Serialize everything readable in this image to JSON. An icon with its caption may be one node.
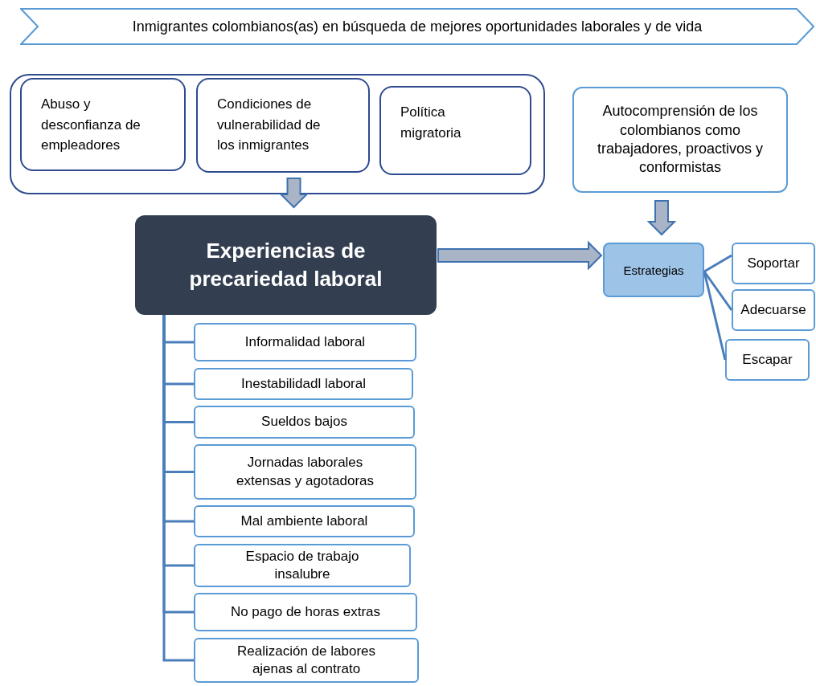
{
  "diagram": {
    "nodes": [
      {
        "text": [
          "Inmigrantes colombianos(as) en búsqueda de mejores oportunidades laborales y de vida"
        ]
      },
      {
        "text": [],
        "shape": "box"
      },
      {
        "text": [
          "Abuso y desconfianza de empleadores"
        ],
        "in": 1
      },
      {
        "text": [
          "Condiciones de vulnerabilidad de los inmigrantes"
        ],
        "in": 1
      },
      {
        "text": [
          "Política migratoria"
        ],
        "in": 1
      },
      {
        "text": [
          "Autocomprensión de los colombianos como trabajadores, proactivos y conformistas"
        ]
      },
      {
        "text": [
          "Experiencias de precariedad laboral"
        ]
      },
      {
        "text": [
          "Estrategias"
        ]
      },
      {
        "text": [
          "Soportar"
        ]
      },
      {
        "text": [
          "Adecuarse"
        ]
      },
      {
        "text": [
          "Escapar"
        ]
      },
      {
        "text": [
          "Informalidad laboral"
        ]
      },
      {
        "text": [
          "Inestabilidadl laboral"
        ]
      },
      {
        "text": [
          "Sueldos bajos"
        ]
      },
      {
        "text": [
          "Jornadas laborales extensas y agotadoras"
        ]
      },
      {
        "text": [
          "Mal ambiente laboral"
        ]
      },
      {
        "text": [
          "Espacio de trabajo insalubre"
        ]
      },
      {
        "text": [
          "No pago de horas extras"
        ]
      },
      {
        "text": [
          "Realización de labores ajenas al contrato"
        ]
      }
    ],
    "edges": [
      {
        "from": 1,
        "to": 6,
        "arrow": "to",
        "style": "thick"
      },
      {
        "from": 6,
        "to": 7,
        "arrow": "to",
        "style": "thick"
      },
      {
        "from": 5,
        "to": 7,
        "arrow": "to",
        "style": "thick"
      },
      {
        "from": 7,
        "to": 8,
        "arrow": "none"
      },
      {
        "from": 7,
        "to": 9,
        "arrow": "none"
      },
      {
        "from": 7,
        "to": 10,
        "arrow": "none"
      },
      {
        "from": 6,
        "to": 11,
        "arrow": "none"
      },
      {
        "from": 6,
        "to": 12,
        "arrow": "none"
      },
      {
        "from": 6,
        "to": 13,
        "arrow": "none"
      },
      {
        "from": 6,
        "to": 14,
        "arrow": "none"
      },
      {
        "from": 6,
        "to": 15,
        "arrow": "none"
      },
      {
        "from": 6,
        "to": 16,
        "arrow": "none"
      },
      {
        "from": 6,
        "to": 17,
        "arrow": "none"
      },
      {
        "from": 6,
        "to": 18,
        "arrow": "none"
      }
    ]
  }
}
